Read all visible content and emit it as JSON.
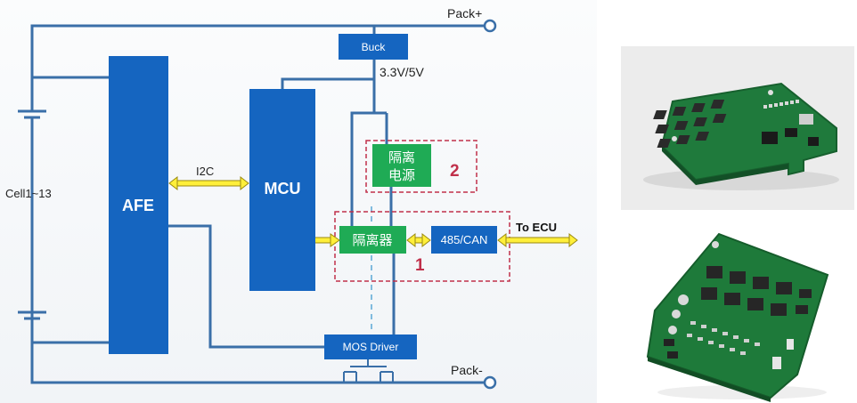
{
  "diagram": {
    "labels": {
      "pack_plus": "Pack+",
      "pack_minus": "Pack-",
      "buck": "Buck",
      "supply_voltage": "3.3V/5V",
      "afe": "AFE",
      "mcu": "MCU",
      "i2c": "I2C",
      "cell_range": "Cell1~13",
      "isolated_power_line1": "隔离",
      "isolated_power_line2": "电源",
      "isolator": "隔离器",
      "transceiver": "485/CAN",
      "to_ecu": "To ECU",
      "mos_driver": "MOS Driver",
      "option_1": "1",
      "option_2": "2"
    },
    "colors": {
      "wire": "#3a6fa8",
      "block_blue": "#1565c0",
      "block_green": "#1fab55",
      "bus_yellow": "#ffef3a",
      "bus_outline": "#9a8a10",
      "dashed_red": "#c0304a",
      "number_red": "#c0304a",
      "dashed_isolation": "#5aa7d6"
    }
  },
  "photos": [
    {
      "name": "bms-board-large",
      "colors": {
        "pcb": "#1f7a3c",
        "component": "#2a2a2a"
      }
    },
    {
      "name": "bms-board-small",
      "colors": {
        "pcb": "#1e7a3a",
        "component": "#262626"
      }
    }
  ]
}
